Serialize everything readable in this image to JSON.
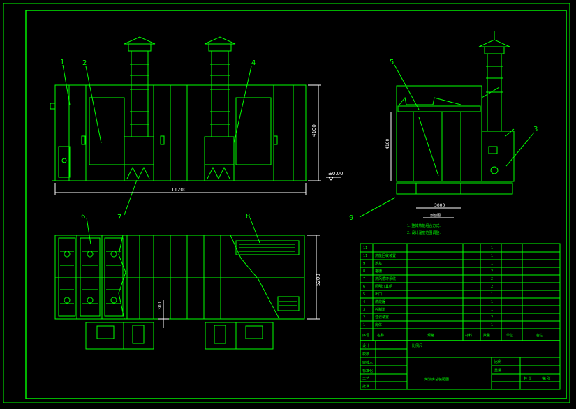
{
  "colors": {
    "background": "#000000",
    "line": "#00ff00",
    "dimension_line": "#ffffff"
  },
  "callouts": [
    "1",
    "2",
    "3",
    "4",
    "5",
    "6",
    "7",
    "8",
    "9"
  ],
  "dimensions": {
    "front_length": "11200",
    "front_height": "4100",
    "ground_elevation": "±0.00",
    "plan_width": "5200",
    "plan_gap": "300",
    "side_height": "4100",
    "side_bottom": "3000",
    "side_label": "剖面图"
  },
  "notes": [
    "1. 整体热能组合方式.",
    "2. 设计温度范围调整."
  ],
  "parts_table": {
    "rows": [
      {
        "no": "11",
        "name": "",
        "qty": "1"
      },
      {
        "no": "11",
        "name": "热能回收装置",
        "qty": "1"
      },
      {
        "no": "9",
        "name": "地基",
        "qty": "1"
      },
      {
        "no": "8",
        "name": "格栅",
        "qty": "2"
      },
      {
        "no": "7",
        "name": "热风循环系统",
        "qty": "2"
      },
      {
        "no": "6",
        "name": "照明灯具组",
        "qty": "2"
      },
      {
        "no": "5",
        "name": "出口",
        "qty": "1"
      },
      {
        "no": "4",
        "name": "燃烧器",
        "qty": "1"
      },
      {
        "no": "3",
        "name": "控制箱",
        "qty": "1"
      },
      {
        "no": "2",
        "name": "过滤装置",
        "qty": "2"
      },
      {
        "no": "1",
        "name": "房体",
        "qty": "1"
      }
    ],
    "header": {
      "no": "序号",
      "name": "名称",
      "spec": "规格",
      "material": "材料",
      "qty": "数量",
      "unit": "单位",
      "remark": "备注"
    }
  },
  "title_block": {
    "scale_label": "比例尺",
    "rows": [
      "设计",
      "校核",
      "审核人",
      "标准化",
      "工艺",
      "批准"
    ],
    "drawing_title": "烤漆房总装配图",
    "right_cells": [
      "比例",
      "重量",
      "共 张",
      "第 张"
    ]
  }
}
